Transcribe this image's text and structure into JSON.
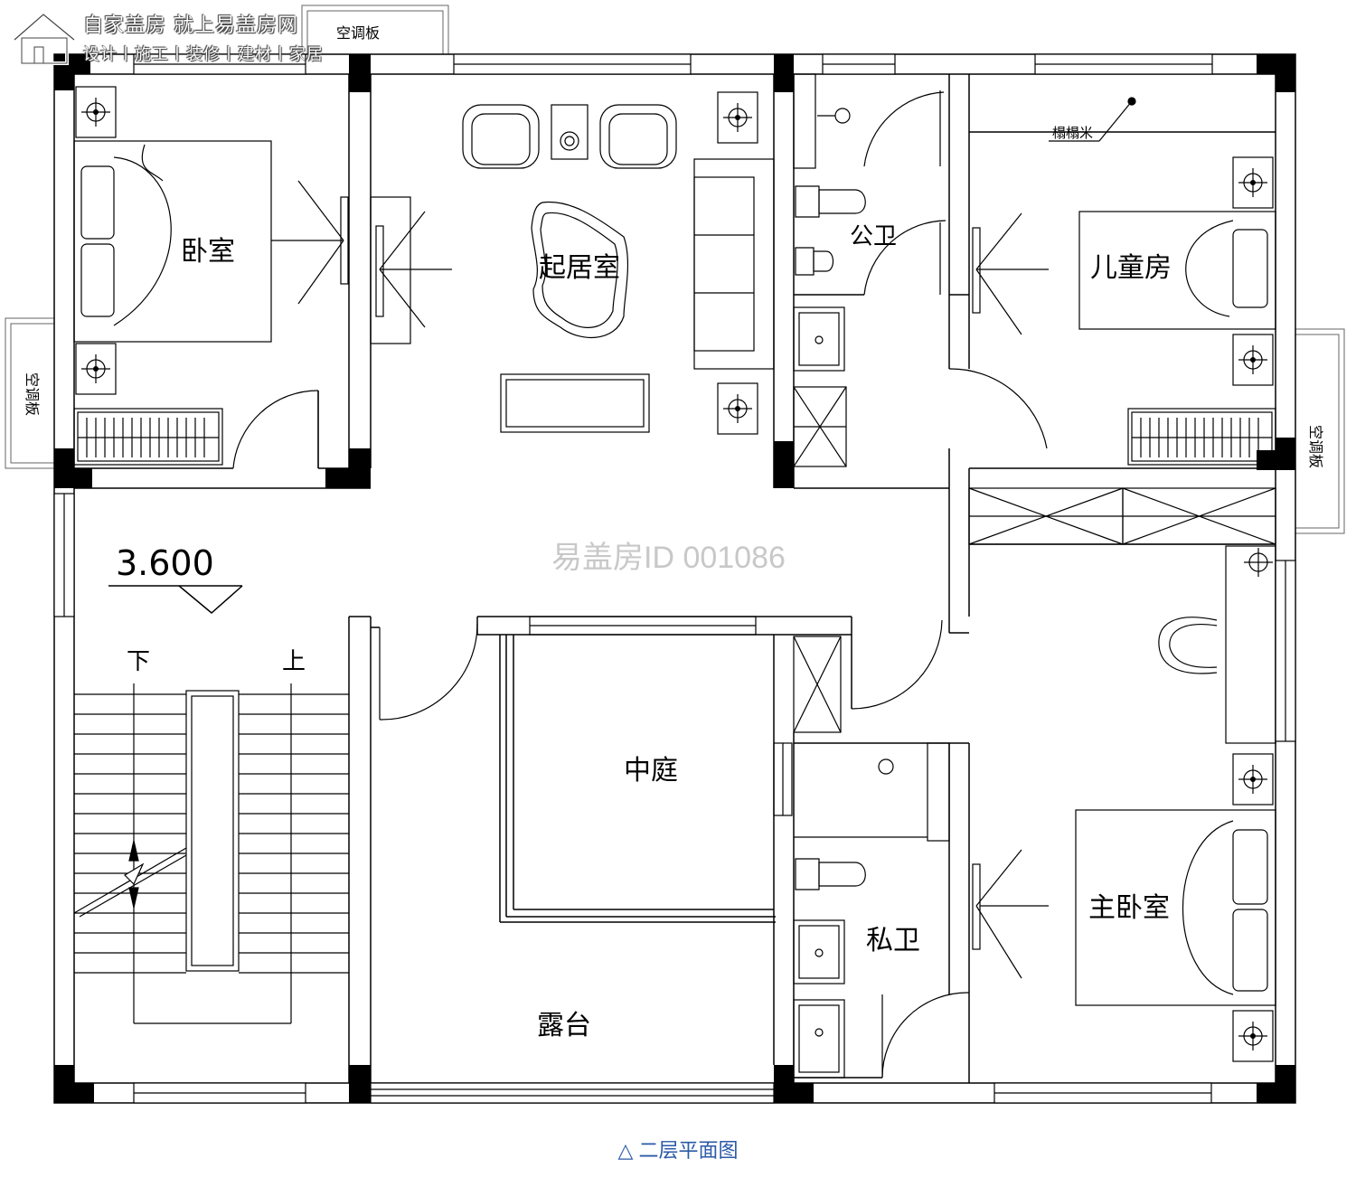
{
  "brand": {
    "line1": "自家盖房 就上易盖房网",
    "line2": "设计丨施工丨装修丨建材丨家居"
  },
  "watermark": "易盖房ID 001086",
  "caption": {
    "marker": "△",
    "title": "二层平面图"
  },
  "elevation": "3.600",
  "rooms": {
    "bedroom": "卧室",
    "living": "起居室",
    "public_wc": "公卫",
    "kids_room": "儿童房",
    "courtyard": "中庭",
    "terrace": "露台",
    "private_wc": "私卫",
    "master_bedroom": "主卧室"
  },
  "labels": {
    "ac_top": "空调板",
    "ac_left": "空调板",
    "ac_right": "空调板",
    "tatami": "榻榻米",
    "stair_down": "下",
    "stair_up": "上"
  },
  "colors": {
    "caption": "#2b5aa7",
    "watermark": "#c8c8c8",
    "ink": "#000000"
  }
}
